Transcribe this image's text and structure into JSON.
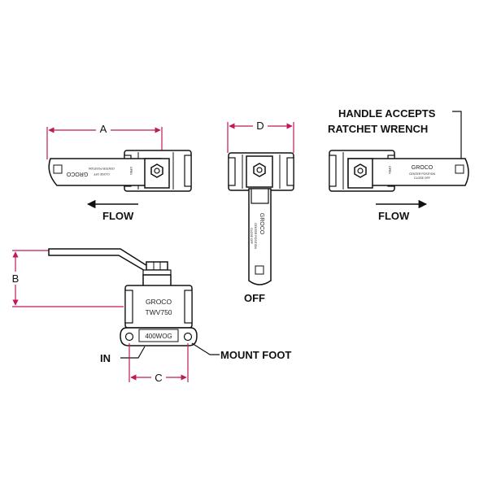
{
  "callouts": {
    "handle_accepts_line1": "HANDLE ACCEPTS",
    "handle_accepts_line2": "RATCHET WRENCH",
    "flow_left": "FLOW",
    "flow_right": "FLOW",
    "off": "OFF",
    "in": "IN",
    "mount_foot": "MOUNT  FOOT"
  },
  "dimensions": {
    "a": "A",
    "b": "B",
    "c": "C",
    "d": "D"
  },
  "handle_text": {
    "brand": "GROCO",
    "center_position": "CENTER POSITION",
    "close_off": "CLOSE OFF",
    "open": "OPEN"
  },
  "body_text": {
    "brand": "GROCO",
    "model": "TWV750",
    "rating": "400WOG"
  },
  "colors": {
    "line": "#111111",
    "dim_line": "#c2185b",
    "background": "#ffffff"
  }
}
